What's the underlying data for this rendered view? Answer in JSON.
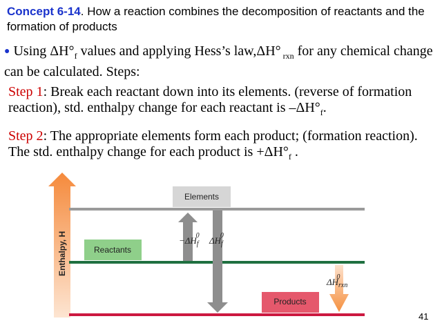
{
  "title": {
    "concept": "Concept 6-14",
    "text": ". How a reaction combines the decomposition of reactants and the formation of products"
  },
  "bullet": {
    "part1": "Using ΔH°",
    "sub1": "f",
    "part2": " values and applying Hess’s law,ΔH°",
    "sub2": " rxn",
    "part3": " for any chemical change can be calculated.  Steps:"
  },
  "step1": {
    "label": "Step 1",
    "text": ": Break each reactant down into its elements. (reverse of formation reaction), std. enthalpy change for each reactant is –ΔH°",
    "sub": "f",
    "end": "."
  },
  "step2": {
    "label": "Step 2",
    "text": ": The appropriate elements form each product; (formation reaction). The std. enthalpy change for each product is +ΔH°",
    "sub": "f",
    "end": " ."
  },
  "diagram": {
    "y_axis_label": "Enthalpy, H",
    "elements_label": "Elements",
    "reactants_label": "Reactants",
    "products_label": "Products",
    "neg_dhf": "−ΔH",
    "pos_dhf": "ΔH",
    "dhf_sub": "f",
    "dhf_sup": "0",
    "dh_rxn": "ΔH",
    "rxn_sub": "rxn",
    "rxn_sup": "0"
  },
  "page_number": "41"
}
